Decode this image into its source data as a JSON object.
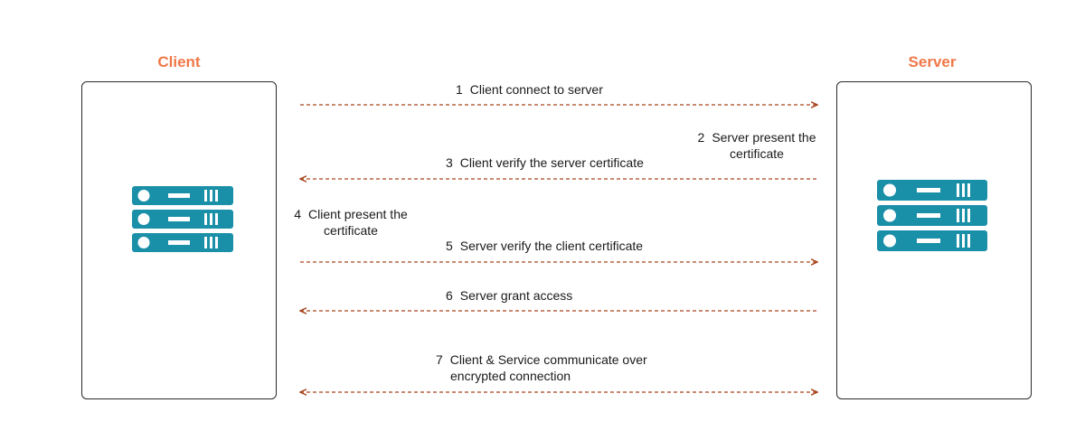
{
  "colors": {
    "accent": "#f07848",
    "arrow": "#a8461e",
    "server_blue": "#1a8fa8",
    "border": "#2a2a2a"
  },
  "client": {
    "title": "Client",
    "icon": "server-rack-icon"
  },
  "server": {
    "title": "Server",
    "icon": "server-rack-icon"
  },
  "steps": [
    {
      "num": "1",
      "text": "Client connect to server",
      "direction": "to-server"
    },
    {
      "num": "2",
      "line1": "Server present the",
      "line2": "certificate"
    },
    {
      "num": "3",
      "text": "Client verify the server certificate",
      "direction": "to-client"
    },
    {
      "num": "4",
      "line1": "Client present the",
      "line2": "certificate"
    },
    {
      "num": "5",
      "text": "Server verify the client certificate",
      "direction": "to-server"
    },
    {
      "num": "6",
      "text": "Server grant access",
      "direction": "to-client"
    },
    {
      "num": "7",
      "line1": "Client & Service communicate over",
      "line2": "encrypted connection",
      "direction": "both"
    }
  ]
}
